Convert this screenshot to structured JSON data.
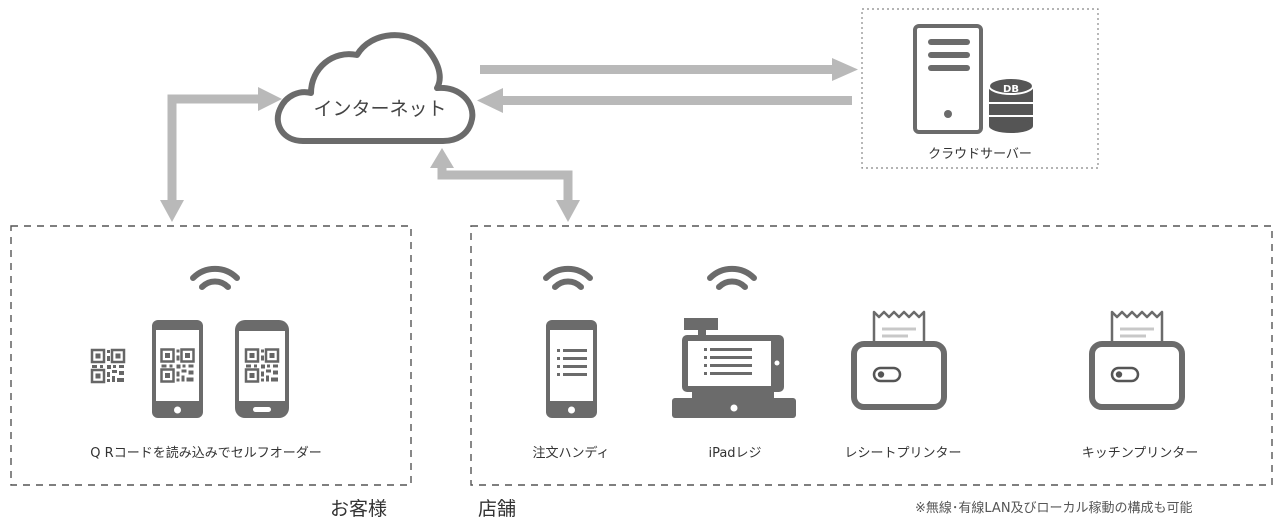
{
  "cloud": {
    "label": "インターネット"
  },
  "server": {
    "label": "クラウドサーバー",
    "db_label": "DB"
  },
  "customer": {
    "title": "お客様",
    "caption": "Q Rコードを読み込みでセルフオーダー"
  },
  "store": {
    "title": "店舗",
    "devices": [
      {
        "label": "注文ハンディ"
      },
      {
        "label": "iPadレジ"
      },
      {
        "label": "レシートプリンター"
      },
      {
        "label": "キッチンプリンター"
      }
    ]
  },
  "footnote": "※無線･有線LAN及びローカル稼動の構成も可能",
  "colors": {
    "arrow": "#b9b9b9",
    "icon": "#6b6b6b",
    "border": "#555555"
  },
  "icons": [
    "cloud-icon",
    "server-icon",
    "database-icon",
    "wifi-icon",
    "qr-code-icon",
    "smartphone-icon",
    "pos-register-icon",
    "printer-icon"
  ]
}
